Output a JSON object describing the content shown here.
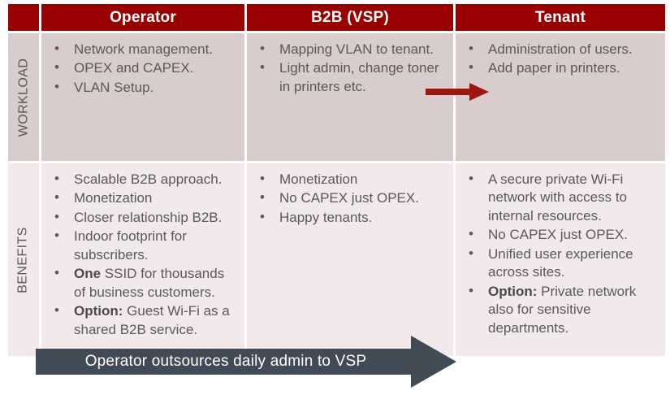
{
  "colors": {
    "header_red": "#990000",
    "arrow_red": "#9E1512",
    "row_workload_bg": "#D9CCCC",
    "row_benefits_bg": "#F2EAEA",
    "banner_slate": "#414b55",
    "text_gray": "#595959"
  },
  "header": {
    "corner": "",
    "columns": [
      "Operator",
      "B2B (VSP)",
      "Tenant"
    ]
  },
  "rows": [
    {
      "label": "WORKLOAD",
      "cells": [
        {
          "items": [
            {
              "text": "Network management."
            },
            {
              "text": "OPEX and CAPEX."
            },
            {
              "text": "VLAN Setup."
            }
          ]
        },
        {
          "items": [
            {
              "text": "Mapping VLAN to tenant."
            },
            {
              "text": "Light admin, change toner in printers etc."
            }
          ]
        },
        {
          "items": [
            {
              "text": "Administration of users."
            },
            {
              "text": "Add paper in printers."
            }
          ]
        }
      ]
    },
    {
      "label": "BENEFITS",
      "cells": [
        {
          "items": [
            {
              "text": "Scalable B2B approach."
            },
            {
              "text": "Monetization"
            },
            {
              "text": "Closer relationship B2B."
            },
            {
              "text": "Indoor footprint for subscribers."
            },
            {
              "bold": "One",
              "text": " SSID for thousands of business customers."
            },
            {
              "bold": "Option:",
              "text": " Guest Wi-Fi as a shared B2B service."
            }
          ]
        },
        {
          "items": [
            {
              "text": "Monetization"
            },
            {
              "text": "No CAPEX just OPEX."
            },
            {
              "text": "Happy tenants."
            }
          ]
        },
        {
          "items": [
            {
              "text": "A secure private Wi-Fi network with access to internal resources."
            },
            {
              "text": "No CAPEX just OPEX."
            },
            {
              "text": "Unified user experience across sites."
            },
            {
              "bold": "Option:",
              "text": " Private network also for sensitive departments."
            }
          ]
        }
      ]
    }
  ],
  "banner": {
    "text": "Operator outsources daily admin to VSP"
  },
  "flow_arrow": {
    "name": "vsp-to-tenant-arrow"
  }
}
